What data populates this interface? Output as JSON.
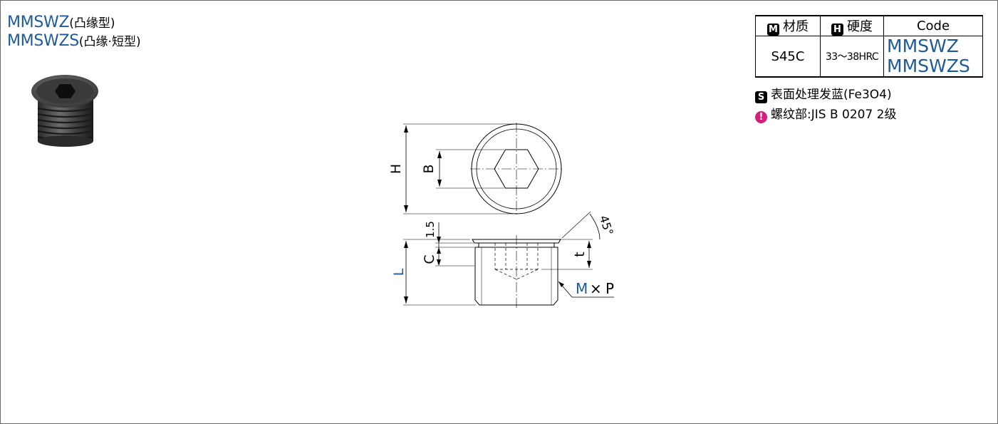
{
  "titles": [
    {
      "code": "MMSWZ",
      "note": "(凸缘型)"
    },
    {
      "code": "MMSWZS",
      "note": "(凸缘·短型)"
    }
  ],
  "table": {
    "headers": {
      "material": "材质",
      "hardness": "硬度",
      "code": "Code"
    },
    "header_badges": {
      "material": "M",
      "hardness": "H"
    },
    "row": {
      "material": "S45C",
      "hardness": "33〜38HRC",
      "codes": [
        "MMSWZ",
        "MMSWZS"
      ]
    }
  },
  "notes": {
    "surface_badge": "S",
    "surface": "表面处理发蓝(Fe3O4)",
    "thread_badge": "!",
    "thread": "螺纹部:JIS B 0207 2级"
  },
  "drawing": {
    "H": "H",
    "B": "B",
    "dim_15": "1.5",
    "C": "C",
    "L": "L",
    "t": "t",
    "angle": "45°",
    "M": "M",
    "times": "×",
    "P": "P"
  },
  "colors": {
    "accent": "#1d5a9c",
    "pin": "#d4207a"
  }
}
